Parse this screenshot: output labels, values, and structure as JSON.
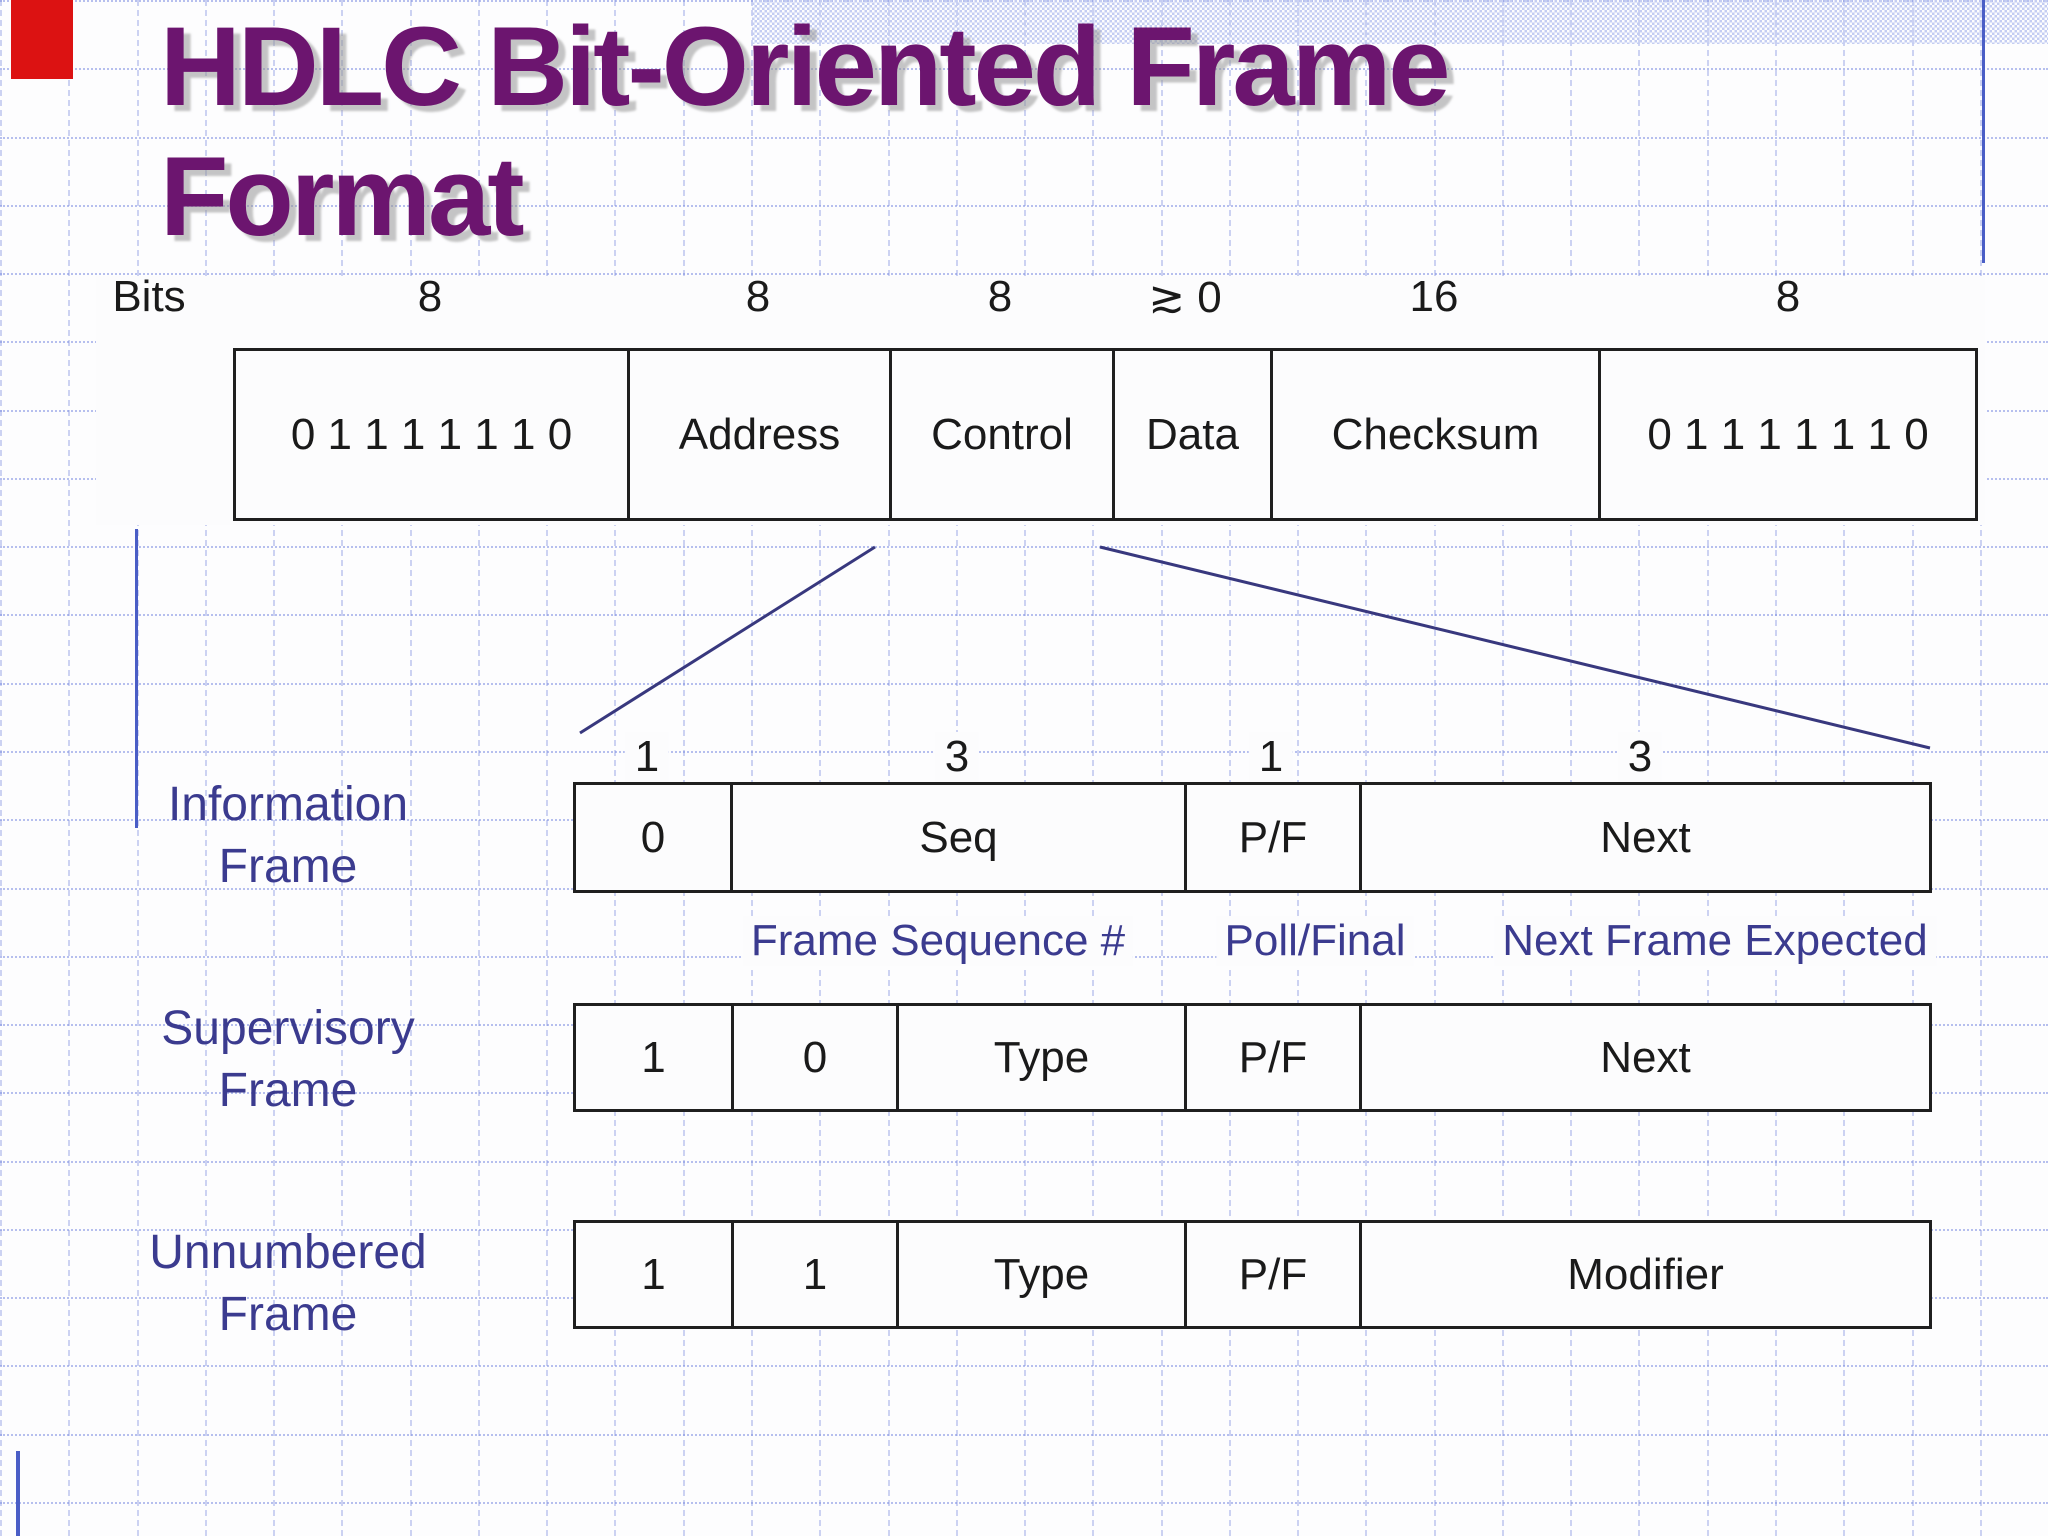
{
  "slide": {
    "title_line1": "HDLC Bit-Oriented Frame",
    "title_line2": "Format"
  },
  "bits_header": {
    "label": "Bits",
    "widths": [
      "8",
      "8",
      "8",
      "≳ 0",
      "16",
      "8"
    ]
  },
  "main_frame": {
    "cells": [
      "0 1 1 1 1 1 1 0",
      "Address",
      "Control",
      "Data",
      "Checksum",
      "0 1 1 1 1 1 1 0"
    ]
  },
  "control_detail": {
    "bit_widths": [
      "1",
      "3",
      "1",
      "3"
    ],
    "information": {
      "label_line1": "Information",
      "label_line2": "Frame",
      "cells": [
        "0",
        "Seq",
        "P/F",
        "Next"
      ]
    },
    "captions": [
      "Frame Sequence #",
      "Poll/Final",
      "Next Frame Expected"
    ],
    "supervisory": {
      "label_line1": "Supervisory",
      "label_line2": "Frame",
      "cells": [
        "1",
        "0",
        "Type",
        "P/F",
        "Next"
      ]
    },
    "unnumbered": {
      "label_line1": "Unnumbered",
      "label_line2": "Frame",
      "cells": [
        "1",
        "1",
        "Type",
        "P/F",
        "Modifier"
      ]
    }
  },
  "colors": {
    "title": "#6c156f",
    "blue_text": "#3b3b8f",
    "connector_line": "#38387e",
    "accent_blue": "#4a5ec6",
    "accent_red": "#dc1212",
    "halftone_band": "#c4cdf2"
  }
}
